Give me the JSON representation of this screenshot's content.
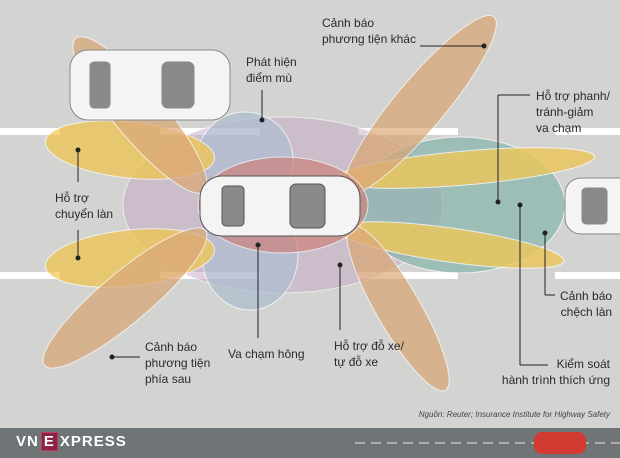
{
  "labels": {
    "other_vehicle_warning": "Cảnh báo\nphương tiện khác",
    "blind_spot": "Phát hiện\nđiểm mù",
    "brake_assist": "Hỗ trợ phanh/\ntránh-giảm\nva chạm",
    "lane_change": "Hỗ trợ\nchuyển làn",
    "lane_departure": "Cảnh báo\nchệch làn",
    "adaptive_cruise": "Kiểm soát\nhành trình thích ứng",
    "rear_vehicle_warning": "Cảnh báo\nphương tiện\nphía sau",
    "side_collision": "Va chạm hông",
    "parking_assist": "Hỗ trợ đỗ xe/\ntự đỗ xe"
  },
  "source": "Nguồn: Reuter; Insurance Institute for Highway Safety",
  "brand": {
    "pre": "VN",
    "e": "E",
    "post": "XPRESS"
  },
  "colors": {
    "yellow": "#f2c443",
    "orange": "#d9a06a",
    "blue": "#a9b8cf",
    "purple": "#c4a9c4",
    "red": "#c9746c",
    "teal": "#7fb0a8",
    "road": "#d3d3d1"
  }
}
